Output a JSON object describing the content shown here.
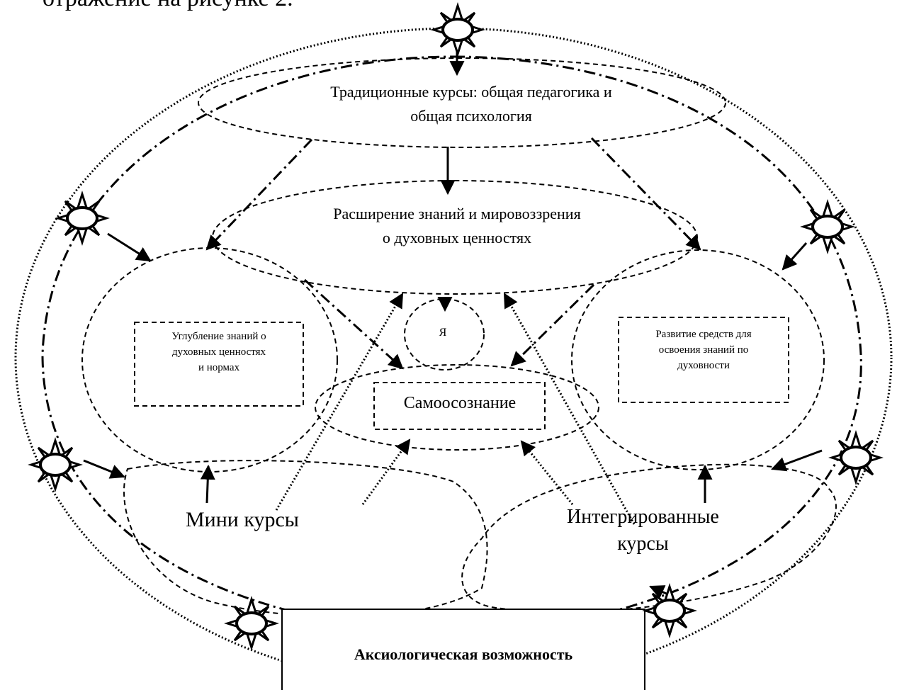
{
  "caption": "отражение на рисунке 2.",
  "nodes": {
    "traditional_line1": "Традиционные курсы: общая педагогика и",
    "traditional_line2": "общая психология",
    "widening_line1": "Расширение знаний и мировоззрения",
    "widening_line2": "о духовных ценностях",
    "self_core": "Я",
    "deepening_line1": "Углубление знаний о",
    "deepening_line2": "духовных ценностях",
    "deepening_line3": "и нормах",
    "development_line1": "Развитие средств для",
    "development_line2": "освоения знаний по",
    "development_line3": "духовности",
    "self_awareness": "Самоосознание",
    "mini_courses": "Мини курсы",
    "integrated_line1": "Интегрированные",
    "integrated_line2": "курсы",
    "axiological": "Аксиологическая возможность"
  }
}
